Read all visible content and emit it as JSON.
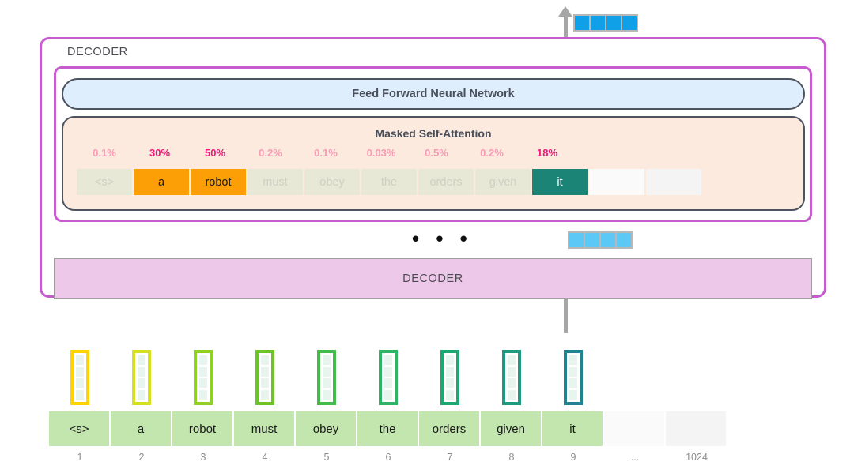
{
  "diagram": {
    "title": "GPT-2 masked self-attention decoder stack",
    "outer_block_label": "DECODER",
    "bottom_block_label": "DECODER",
    "feed_forward_label": "Feed Forward Neural Network",
    "attention_label": "Masked Self-Attention",
    "ellipsis": "• • •"
  },
  "attention": {
    "scores": [
      "0.1%",
      "30%",
      "50%",
      "0.2%",
      "0.1%",
      "0.03%",
      "0.5%",
      "0.2%",
      "18%"
    ],
    "score_emphasis": [
      "dim",
      "hot",
      "hot",
      "dim",
      "dim",
      "dim",
      "dim",
      "dim",
      "hot"
    ],
    "tokens": [
      "<s>",
      "a",
      "robot",
      "must",
      "obey",
      "the",
      "orders",
      "given",
      "it"
    ],
    "token_states": [
      "mask",
      "on",
      "on",
      "mask",
      "mask",
      "mask",
      "mask",
      "mask",
      "sel"
    ],
    "empty_cells": [
      "blank-a",
      "blank-b"
    ]
  },
  "input": {
    "tokens": [
      "<s>",
      "a",
      "robot",
      "must",
      "obey",
      "the",
      "orders",
      "given",
      "it"
    ],
    "empty_cells": [
      "empty-a",
      "empty-b"
    ],
    "positions": [
      "1",
      "2",
      "3",
      "4",
      "5",
      "6",
      "7",
      "8",
      "9",
      "...",
      "1024"
    ],
    "embedding_colors": [
      "#ffd породы"
    ]
  },
  "vectors": {
    "output_vector_cells": 4,
    "output_vector_color": "#0fa0e8",
    "mid_vector_cells": 4,
    "mid_vector_color": "#5cc8f5",
    "embedding_rows": 4,
    "embedding_border_colors": [
      "#ffd400",
      "#d4e021",
      "#8ed124",
      "#6cc429",
      "#44bb4a",
      "#2eb463",
      "#1da872",
      "#1f9a80",
      "#1f8390"
    ]
  },
  "colors": {
    "frame_magenta": "#c85ad0",
    "panel_border": "#4e5360",
    "ffnn_fill": "#dfeefc",
    "attention_fill": "#fdeade",
    "decoder_bottom_fill": "#eec8e8",
    "token_fill": "#c3e6ae",
    "highlight_orange": "#fc9f07",
    "selected_teal": "#1b8476",
    "score_hot": "#f0197c",
    "score_dim": "#f79bb5",
    "arrow_gray": "#a6a6a6"
  }
}
